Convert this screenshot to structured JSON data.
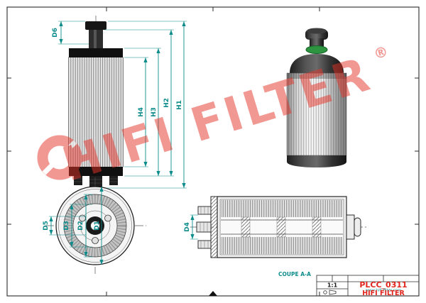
{
  "watermark": {
    "text": "HIFI FILTER",
    "registered": "®",
    "color": "#e63329"
  },
  "views": {
    "front_elevation": {
      "dim_labels": {
        "h1": "H1",
        "h2": "H2",
        "h3": "H3",
        "h4": "H4",
        "d6": "D6"
      }
    },
    "bottom_view": {
      "dim_labels": {
        "d1": "D1",
        "d2": "D2",
        "d3": "D3",
        "d5": "D5"
      }
    },
    "section_view": {
      "dim_labels": {
        "d4": "D4"
      },
      "caption": "COUPE A-A"
    }
  },
  "title_block": {
    "scale": "1:1",
    "part_number": "PLCC_0311",
    "website": "www.hifi-filter.com",
    "brand": "HIFI FILTER"
  },
  "colors": {
    "dimension_teal": "#0e8c8c",
    "brand_red": "#e2261f",
    "line_black": "#1a1a1a",
    "gasket_green": "#2e9440"
  }
}
